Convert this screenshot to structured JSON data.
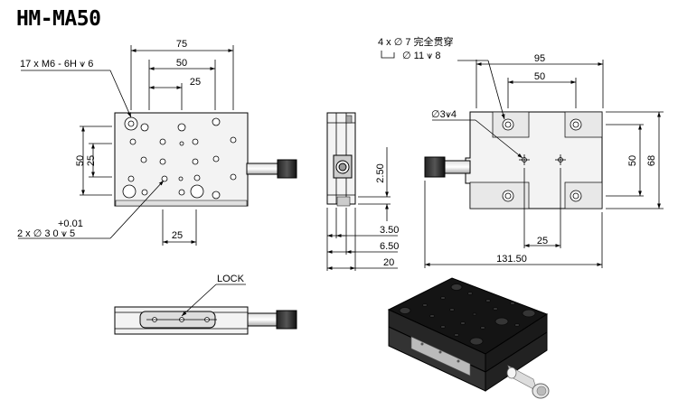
{
  "title": "HM-MA50",
  "top_view": {
    "dim_75": "75",
    "dim_50": "50",
    "dim_25_top": "25",
    "dim_50_v": "50",
    "dim_25_v": "25",
    "dim_25_bottom": "25",
    "note_tapped": "17 x  M6 - 6H ⩛ 6",
    "note_pin_main": "2 x ∅ 3  0     ⩛ 5",
    "note_pin_tol": "+0.01"
  },
  "side_view": {
    "dim_250": "2.50",
    "dim_350": "3.50",
    "dim_650": "6.50",
    "dim_20": "20"
  },
  "bottom_view": {
    "note_holes_1": "4 x ∅ 7 完全贯穿",
    "note_holes_2": "∅ 11 ⩛ 8",
    "note_small": "∅3⩛4",
    "dim_95": "95",
    "dim_50": "50",
    "dim_50_v": "50",
    "dim_68": "68",
    "dim_25": "25",
    "dim_131": "131.50"
  },
  "front_view": {
    "lock_label": "LOCK"
  }
}
